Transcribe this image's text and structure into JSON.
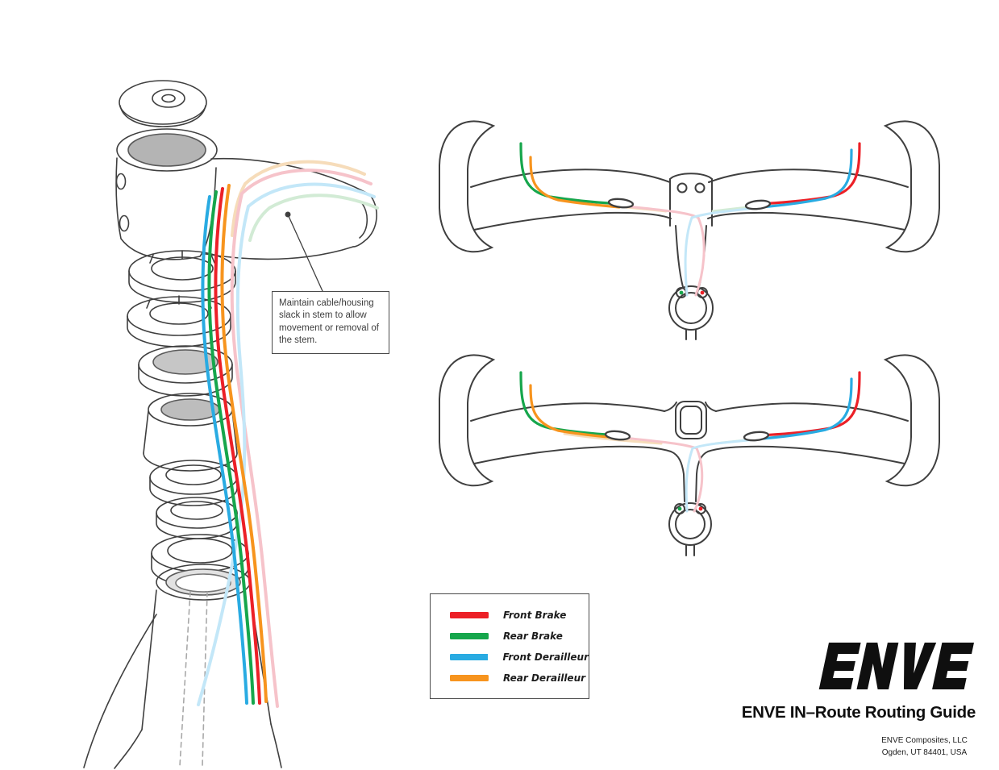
{
  "colors": {
    "front_brake": "#ec2027",
    "rear_brake": "#16a64c",
    "front_derailleur": "#29abe2",
    "rear_derailleur": "#f7941e",
    "faded_red": "#f6c3ca",
    "faded_blue": "#c3e7f8",
    "faded_tan": "#f6dcba",
    "faded_green": "#d2ebd5",
    "outline": "#3f3f3f",
    "metal_gray": "#b4b4b4"
  },
  "callout": {
    "text": "Maintain cable/housing slack in stem to allow movement or removal of the stem."
  },
  "legend": {
    "items": [
      {
        "label": "Front Brake",
        "color": "#ec2027"
      },
      {
        "label": "Rear Brake",
        "color": "#16a64c"
      },
      {
        "label": "Front Derailleur",
        "color": "#29abe2"
      },
      {
        "label": "Rear Derailleur",
        "color": "#f7941e"
      }
    ]
  },
  "branding": {
    "logo_text": "ENVE",
    "title": "ENVE IN–Route Routing Guide",
    "address_line1": "ENVE Composites, LLC",
    "address_line2": "Ogden, UT 84401, USA"
  }
}
